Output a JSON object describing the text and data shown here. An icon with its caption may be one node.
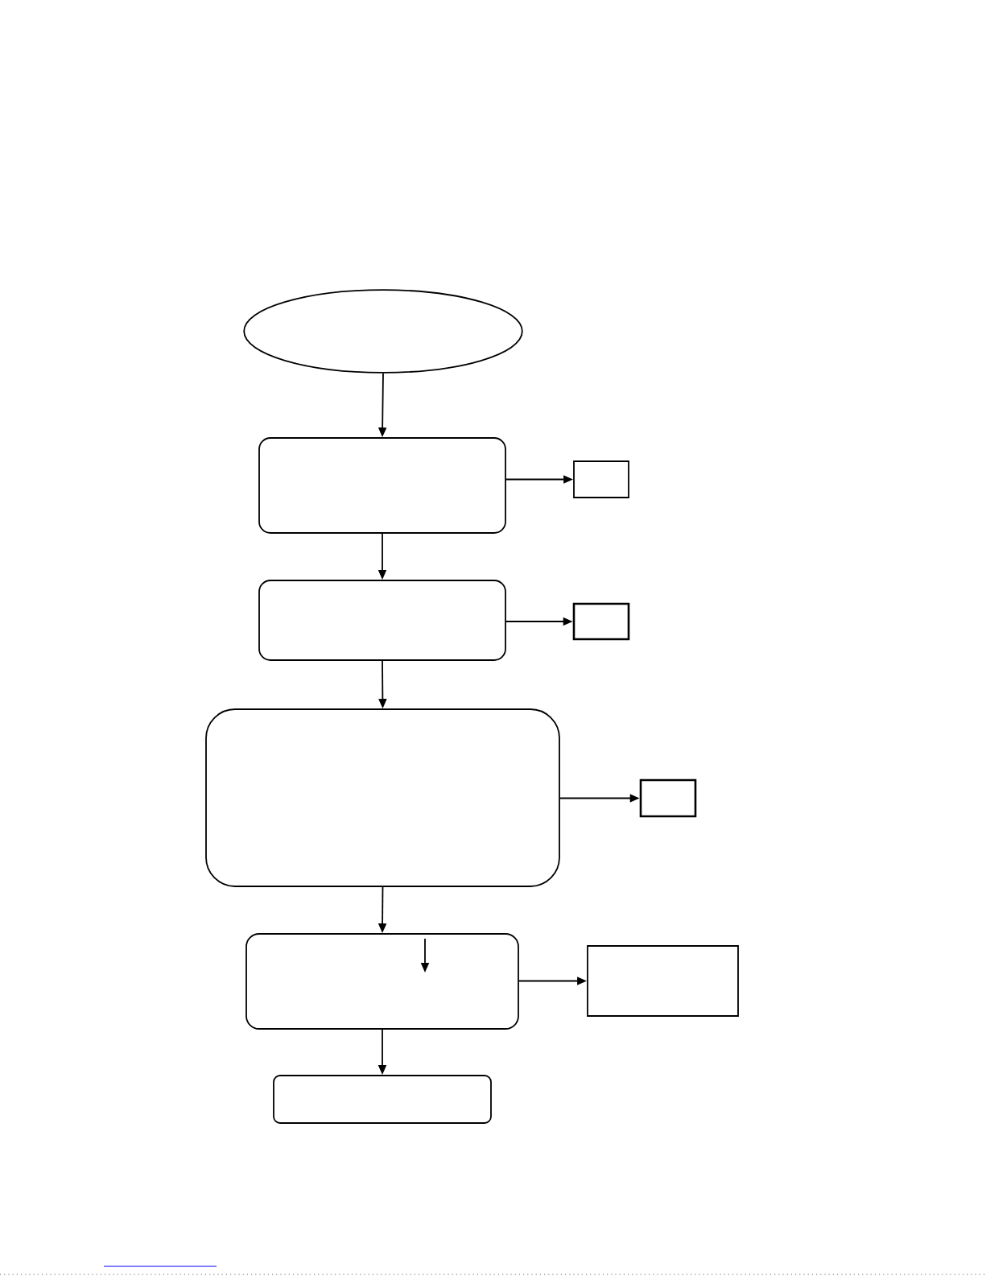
{
  "diagram": {
    "nodes": [
      {
        "text": [],
        "shape": "ellipse"
      },
      {
        "text": [],
        "shape": "box"
      },
      {
        "text": [],
        "shape": "box"
      },
      {
        "text": [],
        "shape": "box"
      },
      {
        "text": [],
        "shape": "box"
      },
      {
        "text": [],
        "shape": "box"
      },
      {
        "text": [],
        "shape": "box"
      },
      {
        "text": [],
        "shape": "box"
      },
      {
        "text": [],
        "shape": "box"
      },
      {
        "text": [],
        "shape": "box"
      }
    ],
    "edges": [
      {
        "from": 0,
        "to": 1,
        "arrow": "to"
      },
      {
        "from": 1,
        "to": 2,
        "arrow": "to"
      },
      {
        "from": 1,
        "to": 3,
        "arrow": "to"
      },
      {
        "from": 3,
        "to": 4,
        "arrow": "to"
      },
      {
        "from": 3,
        "to": 5,
        "arrow": "to"
      },
      {
        "from": 5,
        "to": 6,
        "arrow": "to"
      },
      {
        "from": 5,
        "to": 7,
        "arrow": "to"
      },
      {
        "from": 7,
        "to": 8,
        "arrow": "to"
      },
      {
        "from": 7,
        "to": 9,
        "arrow": "to"
      }
    ]
  }
}
